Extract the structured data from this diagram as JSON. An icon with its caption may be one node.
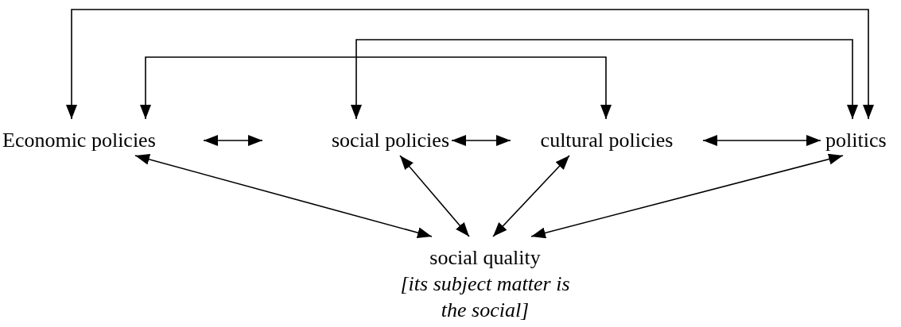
{
  "diagram": {
    "nodes": [
      {
        "text": [
          "Economic policies"
        ]
      },
      {
        "text": [
          "social policies"
        ]
      },
      {
        "text": [
          "cultural policies"
        ]
      },
      {
        "text": [
          "politics"
        ]
      },
      {
        "text": [
          "social quality",
          "[its subject matter is the social]"
        ]
      }
    ],
    "edges": [
      {
        "from": 0,
        "to": 3,
        "arrow": "both"
      },
      {
        "from": 1,
        "to": 3,
        "arrow": "both"
      },
      {
        "from": 0,
        "to": 2,
        "arrow": "both"
      },
      {
        "from": 0,
        "to": 1,
        "arrow": "both"
      },
      {
        "from": 1,
        "to": 2,
        "arrow": "both"
      },
      {
        "from": 2,
        "to": 3,
        "arrow": "both"
      },
      {
        "from": 0,
        "to": 4,
        "arrow": "both"
      },
      {
        "from": 1,
        "to": 4,
        "arrow": "both"
      },
      {
        "from": 2,
        "to": 4,
        "arrow": "both"
      },
      {
        "from": 3,
        "to": 4,
        "arrow": "both"
      }
    ]
  }
}
